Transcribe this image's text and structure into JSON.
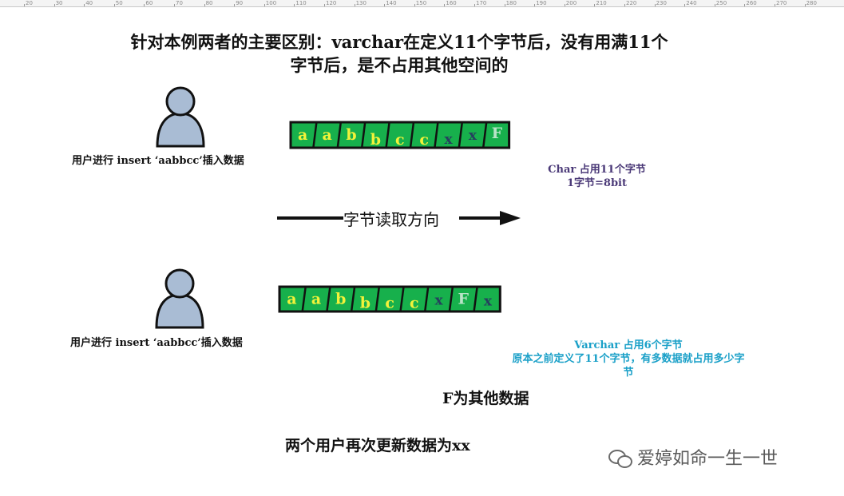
{
  "title": {
    "line1": "针对本例两者的主要区别：varchar在定义11个字节后，没有用满11个",
    "line2": "字节后，是不占用其他空间的"
  },
  "user_top": {
    "label": "用户进行 insert ‘aabbcc’插入数据"
  },
  "user_bottom": {
    "label": "用户进行 insert ‘aabbcc’插入数据"
  },
  "row_char": {
    "cells": [
      "a",
      "a",
      "b",
      "b",
      "c",
      "c",
      "x",
      "x",
      "F"
    ]
  },
  "row_varchar": {
    "cells": [
      "a",
      "a",
      "b",
      "b",
      "c",
      "c",
      "x",
      "F",
      "x"
    ]
  },
  "char_note": {
    "line1": "Char 占用11个字节",
    "line2": "1字节=8bit"
  },
  "arrow": {
    "label": "字节读取方向"
  },
  "varchar_note": {
    "line1": "Varchar 占用6个字节",
    "line2": "原本之前定义了11个字节，有多数据就占用多少字",
    "line3": "节"
  },
  "caption_f": "F为其他数据",
  "caption_update": "两个用户再次更新数据为xx",
  "watermark": "爱婷如命一生一世",
  "ruler_labels": [
    "20",
    "30",
    "40",
    "50",
    "60",
    "70",
    "80",
    "90",
    "100",
    "110",
    "120",
    "130",
    "140",
    "150",
    "160",
    "170",
    "180",
    "190",
    "200",
    "210",
    "220",
    "230",
    "240",
    "250",
    "260",
    "270",
    "280"
  ],
  "colors": {
    "cell_fill": "#17b04c",
    "cell_border": "#111111",
    "letter_yellow": "#f2f23a",
    "letter_dark": "#25405e",
    "letter_light": "#b9e4c8",
    "char_note": "#4b3a78",
    "varchar_note": "#1aa0c8",
    "person_fill": "#a9bcd4"
  }
}
